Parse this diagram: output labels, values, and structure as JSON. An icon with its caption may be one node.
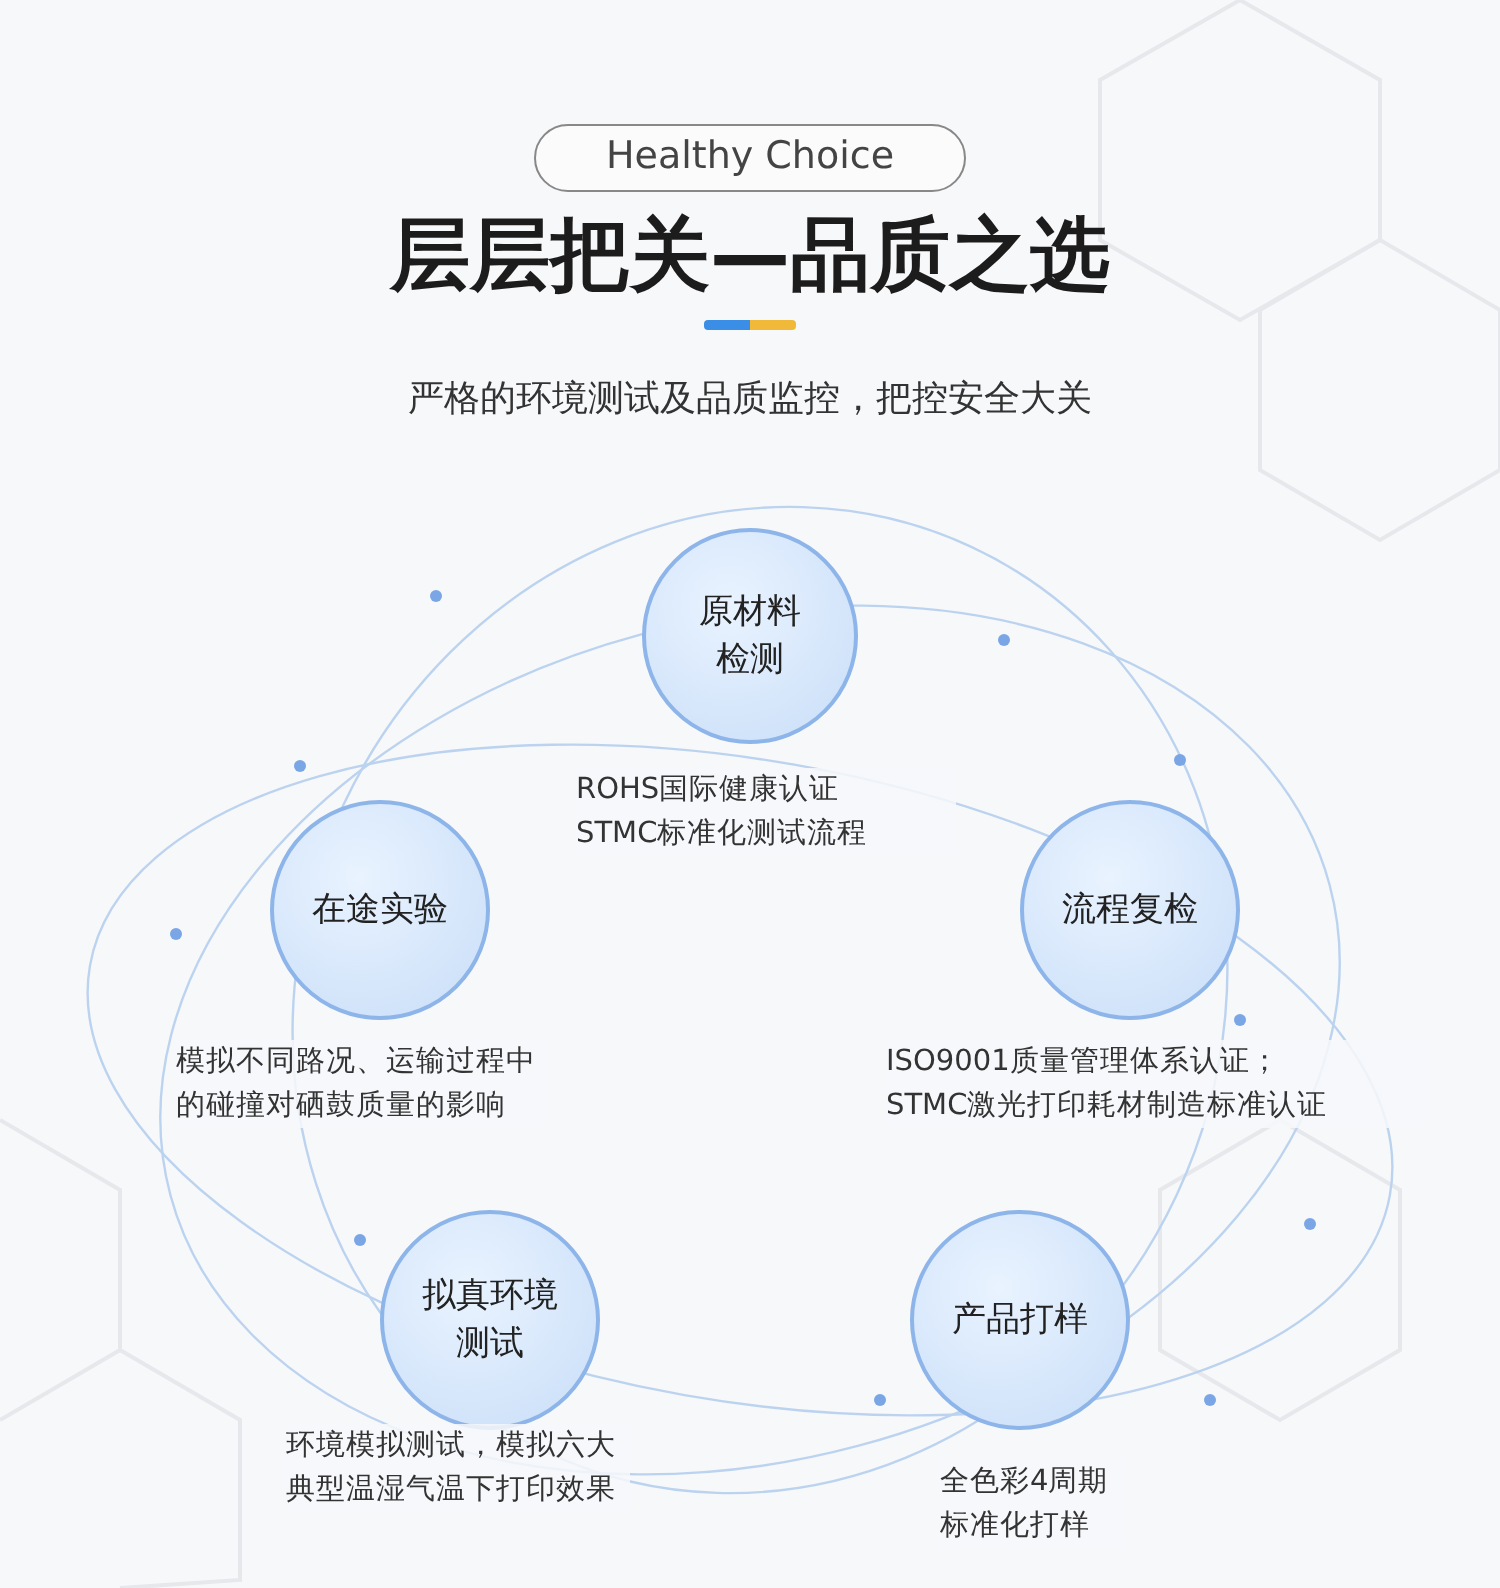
{
  "diagram": {
    "title": "层层把关—品质之选",
    "nodes": [
      {
        "text": [
          "Healthy Choice"
        ]
      },
      {
        "text": [
          "原材料检测"
        ],
        "beside": [
          "ROHS国际健康认证",
          "STMC标准化测试流程"
        ]
      },
      {
        "text": [
          "在途实验"
        ],
        "beside": [
          "模拟不同路况、运输过程中的碰撞对硒鼓质量的影响"
        ]
      },
      {
        "text": [
          "流程复检"
        ],
        "beside": [
          "ISO9001质量管理体系认证；",
          "STMC激光打印耗材制造标准认证"
        ]
      },
      {
        "text": [
          "拟真环境测试"
        ],
        "beside": [
          "环境模拟测试，模拟六大典型温湿气温下打印效果"
        ]
      },
      {
        "text": [
          "产品打样"
        ],
        "beside": [
          "全色彩4周期标准化打样"
        ]
      }
    ],
    "labels": [
      "严格的环境测试及品质监控，把控安全大关"
    ]
  }
}
